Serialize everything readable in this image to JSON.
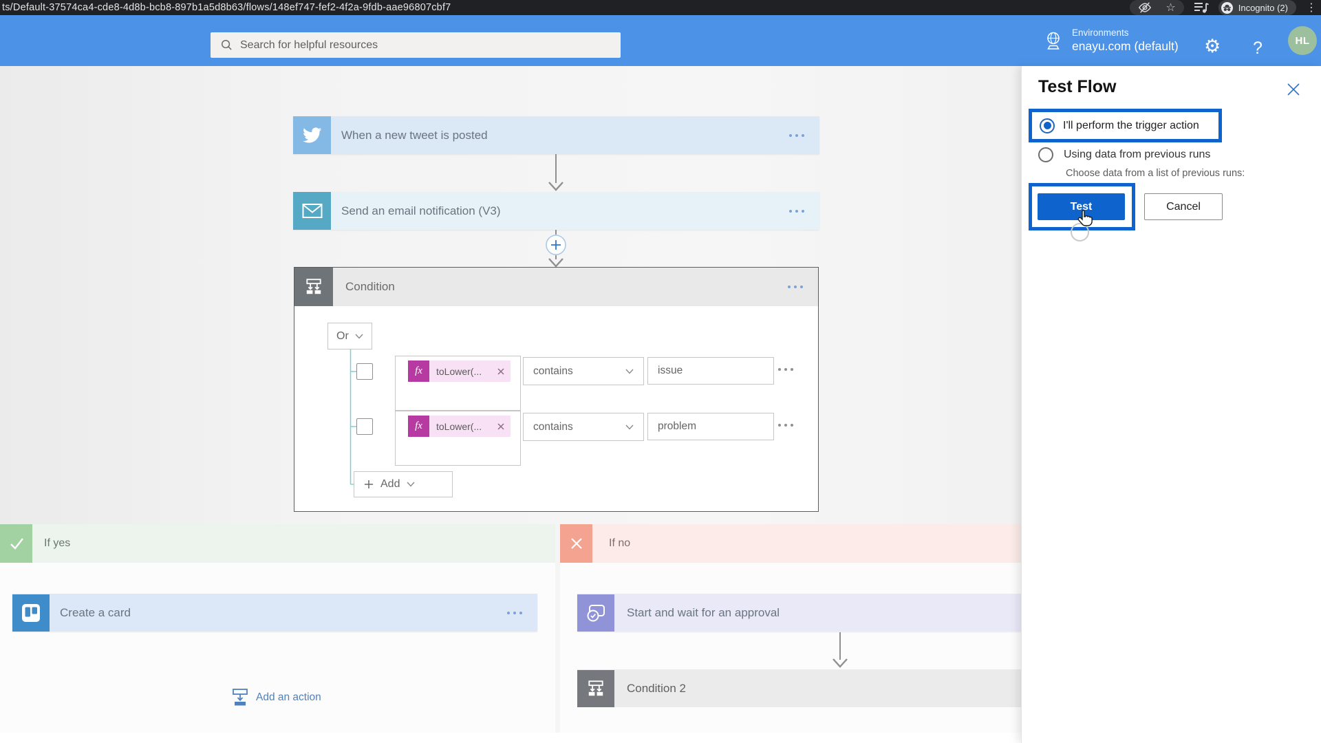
{
  "browser": {
    "url": "ts/Default-37574ca4-cde8-4d8b-bcb8-897b1a5d8b63/flows/148ef747-fef2-4f2a-9fdb-aae96807cbf7",
    "incognito_label": "Incognito (2)"
  },
  "header": {
    "search_placeholder": "Search for helpful resources",
    "environments_label": "Environments",
    "environment_name": "enayu.com (default)",
    "help_label": "?",
    "settings_glyph": "⚙",
    "avatar_initials": "HL"
  },
  "flow": {
    "trigger": {
      "title": "When a new tweet is posted"
    },
    "email_action": {
      "title": "Send an email notification (V3)"
    },
    "condition": {
      "title": "Condition",
      "join_operator": "Or",
      "fx_label": "fx",
      "add_label": "Add",
      "rows": [
        {
          "operand": "toLower(...",
          "operator": "contains",
          "value": "issue"
        },
        {
          "operand": "toLower(...",
          "operator": "contains",
          "value": "problem"
        }
      ]
    },
    "if_yes": {
      "label": "If yes",
      "action_title": "Create a card",
      "add_action_label": "Add an action"
    },
    "if_no": {
      "label": "If no",
      "action_title": "Start and wait for an approval",
      "condition2_title": "Condition 2"
    }
  },
  "test_panel": {
    "title": "Test Flow",
    "option1": "I'll perform the trigger action",
    "option2": "Using data from previous runs",
    "option2_hint": "Choose data from a list of previous runs:",
    "test_button": "Test",
    "cancel_button": "Cancel"
  },
  "colors": {
    "header_blue": "#4c93e8",
    "highlight_blue": "#0e63cc",
    "twitter_blue": "#84b9e6",
    "email_teal": "#55a9c4",
    "condition_gray": "#6f7478",
    "trello_blue": "#3e8cc9",
    "approval_purple": "#9093d8",
    "if_yes_green": "#a2d1a2",
    "if_no_red": "#f4a390",
    "fx_magenta": "#b73aa2",
    "connector_teal": "#7fcfd4"
  }
}
